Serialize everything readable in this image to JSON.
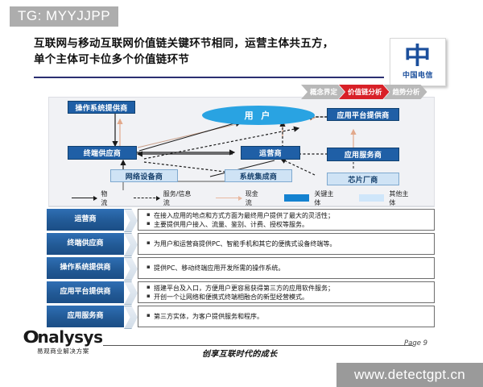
{
  "tg_tag": "TG: MYYJJPP",
  "title": {
    "line1": "互联网与移动互联网价值链关键环节相同，运营主体共五方，",
    "line2": "单个主体可卡位多个价值链环节"
  },
  "logo": {
    "mark": "中",
    "name": "中国电信"
  },
  "nav": {
    "items": [
      {
        "label": "概念界定",
        "active": false
      },
      {
        "label": "价值链分析",
        "active": true
      },
      {
        "label": "趋势分析",
        "active": false
      }
    ]
  },
  "diagram": {
    "user_node": "用 户",
    "key_nodes": [
      {
        "label": "操作系统提供商"
      },
      {
        "label": "应用平台提供商"
      },
      {
        "label": "终端供应商"
      },
      {
        "label": "运营商"
      },
      {
        "label": "应用服务商"
      }
    ],
    "other_nodes": [
      {
        "label": "网络设备商"
      },
      {
        "label": "系统集成商"
      },
      {
        "label": "芯片厂商"
      }
    ],
    "legend": [
      {
        "label": "物流",
        "style": "solid"
      },
      {
        "label": "服务/信息流",
        "style": "dashed"
      },
      {
        "label": "现金流",
        "style": "cash"
      },
      {
        "label": "关键主体",
        "style": "swatch-key"
      },
      {
        "label": "其他主体",
        "style": "swatch-other"
      }
    ]
  },
  "rows": [
    {
      "tag": "运营商",
      "bullets": [
        "在接入应用的地点和方式方面为最终用户提供了最大的灵活性；",
        "主要提供用户接入、流量、鉴别、计费、授权等服务。"
      ]
    },
    {
      "tag": "终端供应商",
      "bullets": [
        "为用户和运营商提供PC、智能手机和其它的便携式设备终端等。"
      ]
    },
    {
      "tag": "操作系统提供商",
      "bullets": [
        "提供PC、移动终端应用开发所需的操作系统。"
      ]
    },
    {
      "tag": "应用平台提供商",
      "bullets": [
        "搭建平台及入口，方便用户更容易获得第三方的应用软件服务；",
        "开创一个让网络和便携式终端相融合的新型经营模式。"
      ]
    },
    {
      "tag": "应用服务商",
      "bullets": [
        "第三方实体，为客户提供服务和程序。"
      ]
    }
  ],
  "footer": {
    "brand": "nalysys",
    "brand_sub": "易观商业解决方案",
    "slogan": "创享互联时代的成长",
    "page": "Page 9",
    "watermark": "www.detectgpt.cn"
  },
  "colors": {
    "accent_red": "#d82027",
    "key_blue": "#1f5fa6",
    "other_blue": "#cfe3f5",
    "user_blue": "#29a3e2",
    "title_rule": "#2b2f72"
  }
}
